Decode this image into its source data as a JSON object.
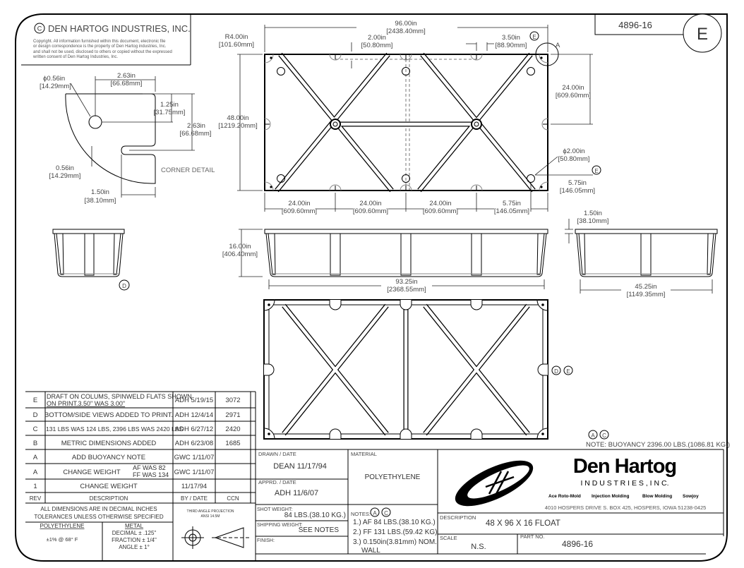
{
  "header": {
    "copyright_symbol": "C",
    "company": "DEN HARTOG INDUSTRIES, INC.",
    "copyright_notice": [
      "Copyright. All information furnished within this document, electronic file",
      "or design correspondence is the property of Den Hartog industries, Inc.",
      "and shall not be used, disclosed to others or copied without the expressed",
      "written consent of Den Hartog Industries, Inc."
    ],
    "part_number": "4896-16",
    "revision": "E"
  },
  "corner_detail": {
    "label": "CORNER DETAIL",
    "hole_dia": "ϕ0.56in",
    "hole_dia_mm": "[14.29mm]",
    "width": "2.63in",
    "width_mm": "[66.68mm]",
    "hole_offset": "1.25in",
    "hole_offset_mm": "[31.75mm]",
    "height": "2.63in",
    "height_mm": "[66.68mm]",
    "slot_width": "0.56in",
    "slot_width_mm": "[14.29mm]",
    "slot_depth": "1.50in",
    "slot_depth_mm": "[38.10mm]"
  },
  "top_view": {
    "length": "96.00in",
    "length_mm": "[2438.40mm]",
    "radius": "R4.00in",
    "radius_mm": "[101.60mm]",
    "rib_offset": "2.00in",
    "rib_offset_mm": "[50.80mm]",
    "slot_spacing": "3.50in",
    "slot_spacing_mm": "[88.90mm]",
    "width": "48.00in",
    "width_mm": "[1219.20mm]",
    "half_width": "24.00in",
    "half_width_mm": "[609.60mm]",
    "hole_dia": "ϕ2.00in",
    "hole_dia_mm": "[50.80mm]",
    "hole_edge": "5.75in",
    "hole_edge_mm": "[146.05mm]",
    "spacings": [
      {
        "in": "24.00in",
        "mm": "[609.60mm]"
      },
      {
        "in": "24.00in",
        "mm": "[609.60mm]"
      },
      {
        "in": "24.00in",
        "mm": "[609.60mm]"
      },
      {
        "in": "5.75in",
        "mm": "[146.05mm]"
      }
    ],
    "rev_marker": "E",
    "detail_marker": "A"
  },
  "side_views": {
    "height": "16.00in",
    "height_mm": "[406.40mm]",
    "bottom_length": "93.25in",
    "bottom_length_mm": "[2368.55mm]",
    "rail": "1.50in",
    "rail_mm": "[38.10mm]",
    "bottom_width": "45.25in",
    "bottom_width_mm": "[1149.35mm]",
    "rev_marker": "D"
  },
  "bottom_view": {
    "rev_markers": [
      "D",
      "E"
    ]
  },
  "buoyancy": {
    "markers": [
      "A",
      "C"
    ],
    "note": "NOTE: BUOYANCY 2396.00 LBS.(1086.81 KG.)"
  },
  "revisions": [
    {
      "rev": "E",
      "description": [
        "DRAFT ON COLUMS, SPINWELD FLATS SHOWN",
        "ON PRINT.3.50\" WAS 3.00\""
      ],
      "by_date": "ADH 5/19/15",
      "ccn": "3072"
    },
    {
      "rev": "D",
      "description": [
        "BOTTOM/SIDE VIEWS ADDED TO PRINT."
      ],
      "by_date": "ADH 12/4/14",
      "ccn": "2971"
    },
    {
      "rev": "C",
      "description": [
        "131 LBS WAS 124 LBS, 2396 LBS WAS 2420 LBS"
      ],
      "by_date": "ADH 6/27/12",
      "ccn": "2420"
    },
    {
      "rev": "B",
      "description": [
        "METRIC DIMENSIONS ADDED"
      ],
      "by_date": "ADH 6/23/08",
      "ccn": "1685"
    },
    {
      "rev": "A",
      "description": [
        "ADD BUOYANCY NOTE"
      ],
      "by_date": "GWC 1/11/07",
      "ccn": ""
    },
    {
      "rev": "A",
      "description": [
        "CHANGE WEIGHT",
        "AF WAS 82",
        "FF WAS 134"
      ],
      "by_date": "GWC 1/11/07",
      "ccn": ""
    },
    {
      "rev": "1",
      "description": [
        "CHANGE WEIGHT"
      ],
      "by_date": "11/17/94",
      "ccn": ""
    }
  ],
  "revision_headers": {
    "rev": "REV",
    "description": "DESCRIPTION",
    "by_date": "BY / DATE",
    "ccn": "CCN"
  },
  "tolerances": {
    "note": [
      "ALL DIMENSIONS ARE IN DECIMAL INCHES",
      "TOLERANCES UNLESS OTHERWISE SPECIFIED"
    ],
    "poly_label": "POLYETHYLENE",
    "poly_value": "±1% @ 68° F",
    "metal_label": "METAL",
    "metal_values": [
      "DECIMAL ± .125\"",
      "FRACTION ± 1/4\"",
      "ANGLE ± 1°"
    ],
    "projection": [
      "THIRD ANGLE PROJECTION",
      "ANSI 14.5M"
    ]
  },
  "title_block": {
    "drawn_label": "DRAWN / DATE",
    "drawn": "DEAN 11/17/94",
    "approved_label": "APPRD. / DATE",
    "approved": "ADH 11/6/07",
    "shot_weight_label": "SHOT WEIGHT:",
    "shot_weight": "84 LBS.(38.10 KG.)",
    "shipping_weight_label": "SHIPPING WEIGHT:",
    "shipping_weight": "SEE NOTES",
    "finish_label": "FINISH:",
    "material_label": "MATERIAL",
    "material": "POLYETHYLENE",
    "notes_label": "NOTES:",
    "notes_markers": [
      "A",
      "C"
    ],
    "notes": [
      "1.) AF 84 LBS.(38.10 KG.)",
      "2.) FF 131 LBS.(59.42 KG)",
      "3.) 0.150in(3.81mm) NOM.",
      "WALL"
    ],
    "company_name": "Den Hartog",
    "company_sub": "I N D U S T R I E S , I N C.",
    "services": [
      "Ace Roto-Mold",
      "Injection Molding",
      "Blow Molding",
      "Sowjoy"
    ],
    "address": "4010 HOSPERS DRIVE S.  BOX 425, HOSPERS, IOWA 51238-0425",
    "description_label": "DESCRIPTION",
    "description": "48 X 96 X 16 FLOAT",
    "scale_label": "SCALE",
    "scale": "N.S.",
    "part_no_label": "PART NO.",
    "part_no": "4896-16"
  }
}
